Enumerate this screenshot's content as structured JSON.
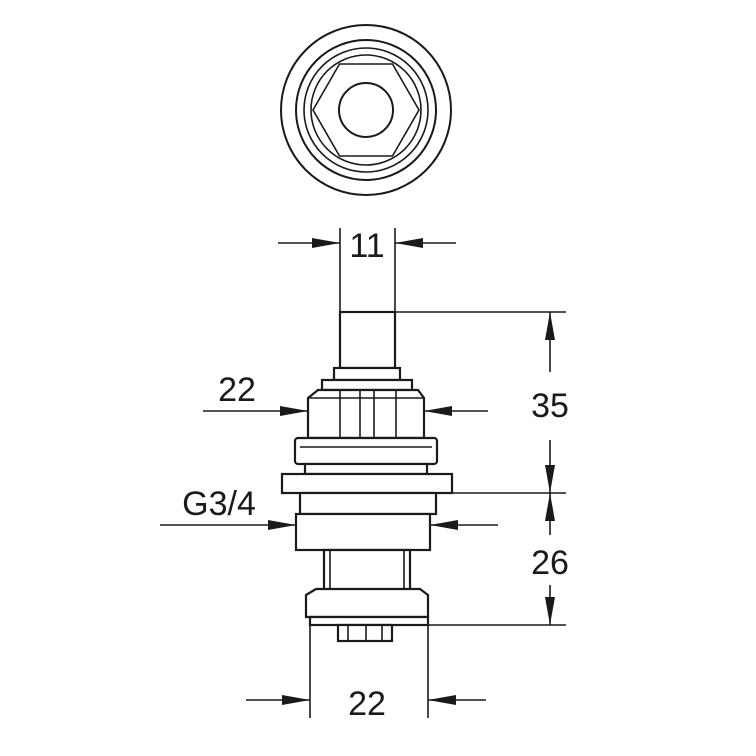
{
  "dimensions": {
    "top_width": "11",
    "hex_size": "22",
    "height_upper": "35",
    "thread": "G3/4",
    "height_lower": "26",
    "bottom_width": "22"
  },
  "colors": {
    "line": "#1a1a1a",
    "background": "#ffffff"
  }
}
